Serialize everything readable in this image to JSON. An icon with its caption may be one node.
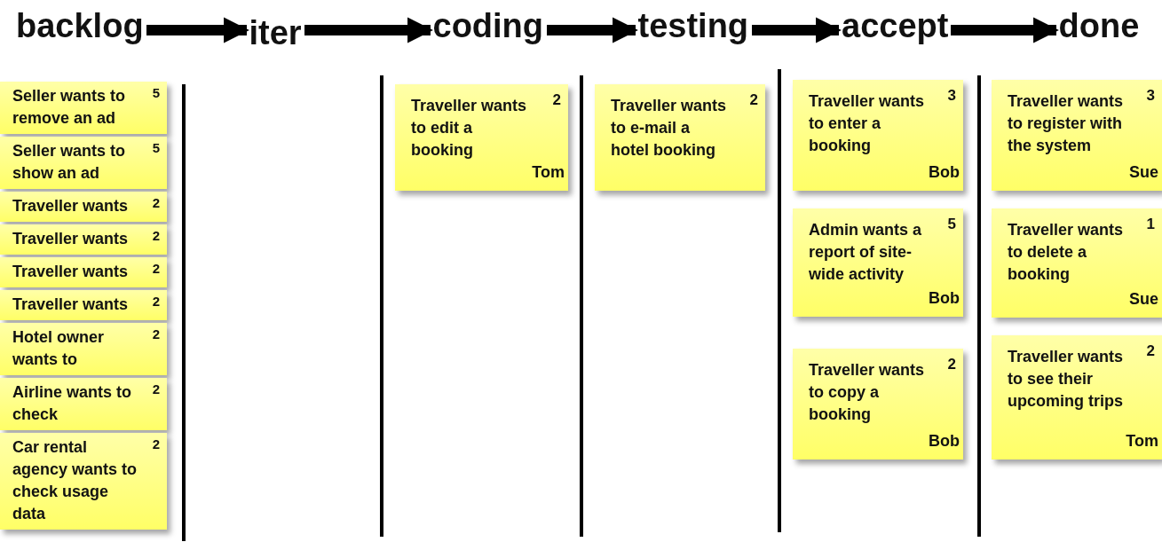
{
  "diagram": {
    "nodes": [
      {
        "text": [
          "backlog"
        ]
      },
      {
        "text": [
          "iter"
        ]
      },
      {
        "text": [
          "coding"
        ]
      },
      {
        "text": [
          "testing"
        ]
      },
      {
        "text": [
          "accept"
        ]
      },
      {
        "text": [
          "done"
        ]
      },
      {
        "text": [
          "Seller wants to remove an ad",
          "5"
        ]
      },
      {
        "text": [
          "Seller wants to show an ad",
          "5"
        ]
      },
      {
        "text": [
          "Traveller wants",
          "2"
        ]
      },
      {
        "text": [
          "Traveller wants",
          "2"
        ]
      },
      {
        "text": [
          "Traveller wants",
          "2"
        ]
      },
      {
        "text": [
          "Traveller wants",
          "2"
        ]
      },
      {
        "text": [
          "Hotel owner wants to",
          "2"
        ]
      },
      {
        "text": [
          "Airline wants to check",
          "2"
        ]
      },
      {
        "text": [
          "Car rental agency wants to check usage data",
          "2"
        ]
      },
      {
        "text": [
          "Traveller wants to edit a booking",
          "2",
          "Tom"
        ]
      },
      {
        "text": [
          "Traveller wants to e-mail a hotel booking",
          "2"
        ]
      },
      {
        "text": [
          "Traveller wants to enter a booking",
          "3",
          "Bob"
        ]
      },
      {
        "text": [
          "Admin wants a report of site-wide activity",
          "5",
          "Bob"
        ]
      },
      {
        "text": [
          "Traveller wants to copy a booking",
          "2",
          "Bob"
        ]
      },
      {
        "text": [
          "Traveller wants to register with the system",
          "3",
          "Sue"
        ]
      },
      {
        "text": [
          "Traveller wants to delete a booking",
          "1",
          "Sue"
        ]
      },
      {
        "text": [
          "Traveller wants to see their upcoming trips",
          "2",
          "Tom"
        ]
      }
    ],
    "edges": [
      {
        "from": 0,
        "to": 1,
        "arrow": "to"
      },
      {
        "from": 1,
        "to": 2,
        "arrow": "to"
      },
      {
        "from": 2,
        "to": 3,
        "arrow": "to"
      },
      {
        "from": 3,
        "to": 4,
        "arrow": "to"
      },
      {
        "from": 4,
        "to": 5,
        "arrow": "to"
      }
    ]
  }
}
